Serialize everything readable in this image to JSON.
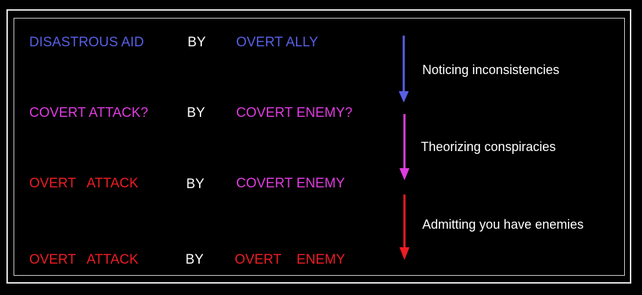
{
  "colors": {
    "blue": "#5860e6",
    "magenta": "#e03ce0",
    "red": "#ee1c24",
    "white": "#ffffff",
    "background": "#000000"
  },
  "rows": [
    {
      "subject": "DISASTROUS AID",
      "by": "BY",
      "agent": "OVERT ALLY",
      "subject_color": "blue",
      "agent_color": "blue"
    },
    {
      "subject": "COVERT ATTACK?",
      "by": "BY",
      "agent": "COVERT ENEMY?",
      "subject_color": "magenta",
      "agent_color": "magenta"
    },
    {
      "subject": "OVERT   ATTACK",
      "by": "BY",
      "agent": "COVERT ENEMY",
      "subject_color": "red",
      "agent_color": "magenta"
    },
    {
      "subject": "OVERT   ATTACK",
      "by": "BY",
      "agent": "OVERT    ENEMY",
      "subject_color": "red",
      "agent_color": "red"
    }
  ],
  "steps": [
    {
      "label": "Noticing inconsistencies",
      "arrow_color": "blue"
    },
    {
      "label": "Theorizing conspiracies",
      "arrow_color": "magenta"
    },
    {
      "label": "Admitting you have enemies",
      "arrow_color": "red"
    }
  ]
}
